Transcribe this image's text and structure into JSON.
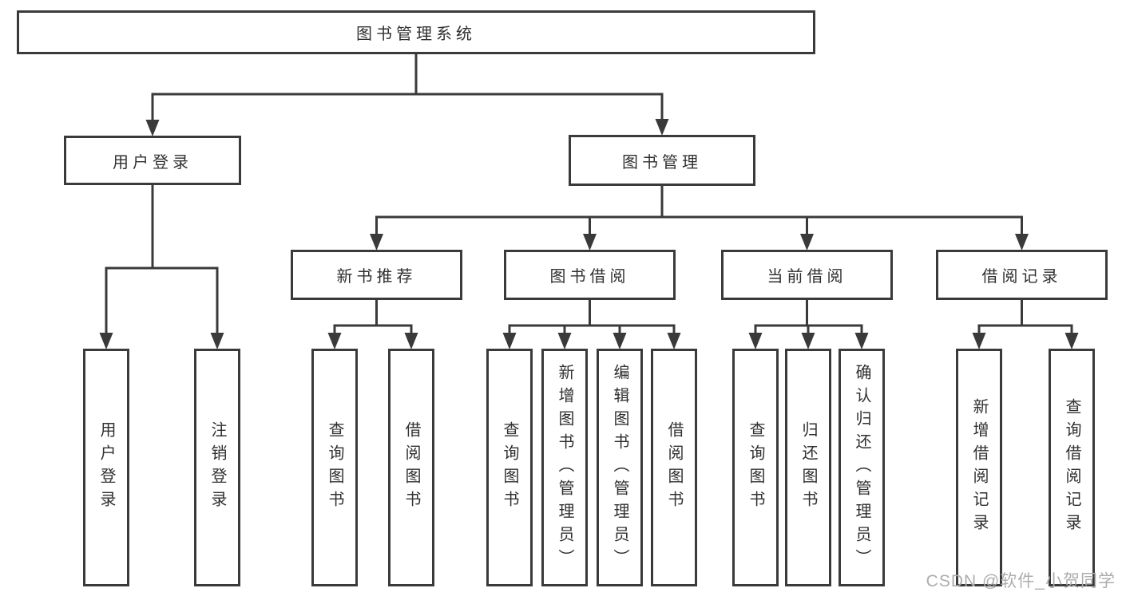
{
  "diagram": {
    "title": "图书管理系统",
    "root": {
      "label": "图书管理系统"
    },
    "level1": [
      {
        "label": "用户登录"
      },
      {
        "label": "图书管理"
      }
    ],
    "level2": [
      {
        "label": "新书推荐",
        "parent": "图书管理"
      },
      {
        "label": "图书借阅",
        "parent": "图书管理"
      },
      {
        "label": "当前借阅",
        "parent": "图书管理"
      },
      {
        "label": "借阅记录",
        "parent": "图书管理"
      }
    ],
    "leaves": [
      {
        "label": "用户登录",
        "parent": "用户登录"
      },
      {
        "label": "注销登录",
        "parent": "用户登录"
      },
      {
        "label": "查询图书",
        "parent": "新书推荐"
      },
      {
        "label": "借阅图书",
        "parent": "新书推荐"
      },
      {
        "label": "查询图书",
        "parent": "图书借阅"
      },
      {
        "label": "新增图书（管理员）",
        "parent": "图书借阅"
      },
      {
        "label": "编辑图书（管理员）",
        "parent": "图书借阅"
      },
      {
        "label": "借阅图书",
        "parent": "图书借阅"
      },
      {
        "label": "查询图书",
        "parent": "当前借阅"
      },
      {
        "label": "归还图书",
        "parent": "当前借阅"
      },
      {
        "label": "确认归还（管理员）",
        "parent": "当前借阅"
      },
      {
        "label": "新增借阅记录",
        "parent": "借阅记录"
      },
      {
        "label": "查询借阅记录",
        "parent": "借阅记录"
      }
    ]
  },
  "watermark": {
    "text": "CSDN @软件_小贺同学"
  },
  "colors": {
    "line": "#3a3a3a",
    "text": "#303030",
    "box_background": "#ffffff",
    "watermark": "#adadad"
  }
}
